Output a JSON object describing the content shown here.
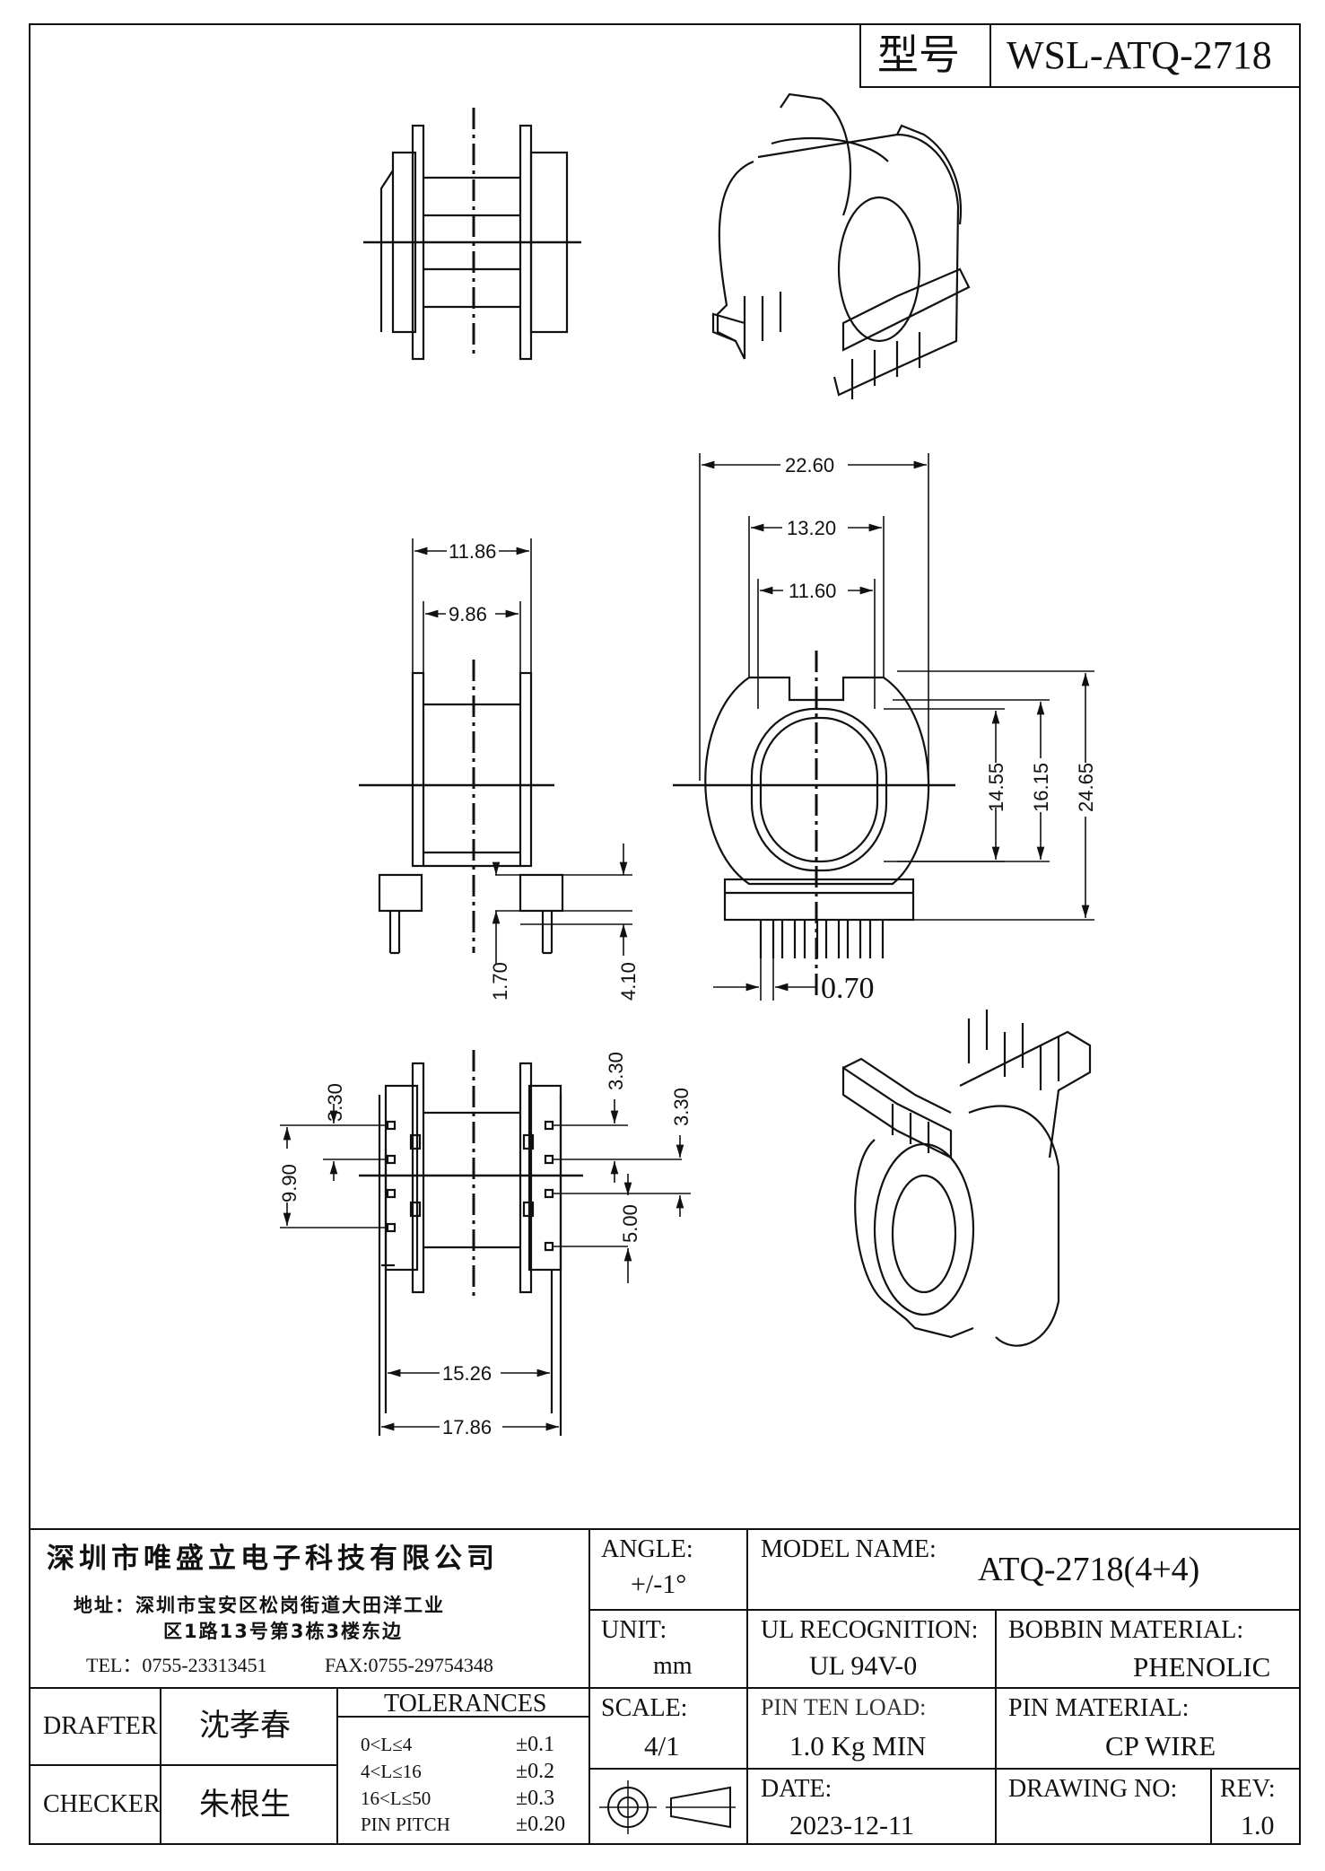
{
  "model_code": {
    "label": "型号",
    "value": "WSL-ATQ-2718"
  },
  "dimensions": {
    "side_outer": "11.86",
    "side_inner": "9.86",
    "pin_offset": "1.70",
    "base_height": "4.10",
    "front_overall_width": "22.60",
    "front_flange_width": "13.20",
    "front_window_width": "11.60",
    "front_window_height": "14.55",
    "front_flange_height": "16.15",
    "front_overall_height": "24.65",
    "pin_thickness": "0.70",
    "bottom_pitch_left": "3.30",
    "bottom_span_left": "9.90",
    "bottom_pitch_right_top": "3.30",
    "bottom_pitch_right": "3.30",
    "bottom_row_gap": "5.00",
    "bottom_pin_span": "15.26",
    "bottom_overall_width": "17.86"
  },
  "title_block": {
    "company": "深圳市唯盛立电子科技有限公司",
    "address_line1": "地址：深圳市宝安区松岗街道大田洋工业",
    "address_line2": "区1路13号第3栋3楼东边",
    "tel": "TEL：0755-23313451",
    "fax": "FAX:0755-29754348",
    "angle_label": "ANGLE:",
    "angle_value": "+/-1°",
    "model_name_label": "MODEL NAME:",
    "model_name_value": "ATQ-2718(4+4)",
    "unit_label": "UNIT:",
    "unit_value": "mm",
    "ul_label": "UL RECOGNITION:",
    "ul_value": "UL 94V-0",
    "bobbin_label": "BOBBIN MATERIAL:",
    "bobbin_value": "PHENOLIC",
    "drafter_label": "DRAFTER",
    "drafter_value": "沈孝春",
    "checker_label": "CHECKER",
    "checker_value": "朱根生",
    "tolerances_label": "TOLERANCES",
    "tolerances": [
      {
        "range": "0<L≤4",
        "value": "±0.1"
      },
      {
        "range": "4<L≤16",
        "value": "±0.2"
      },
      {
        "range": "16<L≤50",
        "value": "±0.3"
      },
      {
        "range": "PIN PITCH",
        "value": "±0.20"
      }
    ],
    "scale_label": "SCALE:",
    "scale_value": "4/1",
    "pin_load_label": "PIN TEN LOAD:",
    "pin_load_value": "1.0 Kg MIN",
    "pin_material_label": "PIN MATERIAL:",
    "pin_material_value": "CP WIRE",
    "date_label": "DATE:",
    "date_value": "2023-12-11",
    "drawing_no_label": "DRAWING NO:",
    "rev_label": "REV:",
    "rev_value": "1.0"
  }
}
